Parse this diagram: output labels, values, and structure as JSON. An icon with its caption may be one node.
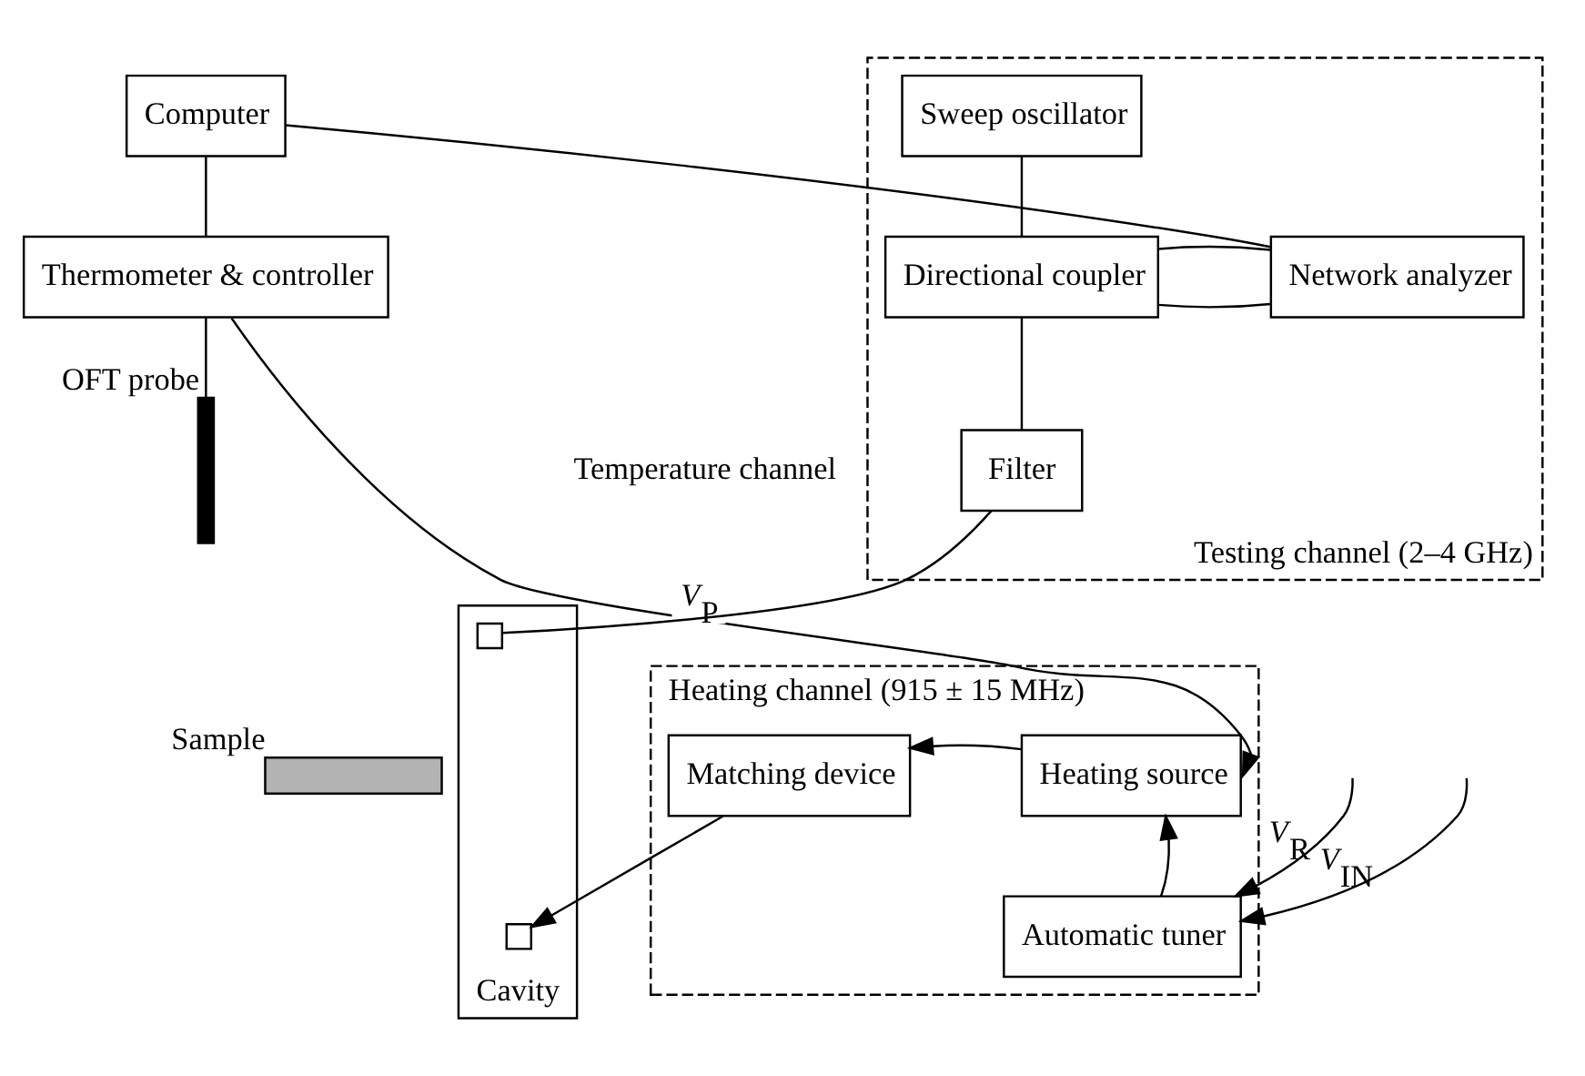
{
  "diagram": {
    "nodes": [
      {
        "text": [
          "Computer"
        ]
      },
      {
        "text": [
          "Thermometer & controller"
        ]
      },
      {
        "text": [
          "Testing channel (2–4 GHz)"
        ]
      },
      {
        "text": [
          "Sweep oscillator"
        ],
        "in": 2
      },
      {
        "text": [
          "Directional coupler"
        ],
        "in": 2
      },
      {
        "text": [
          "Network analyzer"
        ],
        "in": 2
      },
      {
        "text": [
          "Filter"
        ],
        "in": 2
      },
      {
        "text": [],
        "shape": "bar",
        "beside": [
          "OFT probe"
        ]
      },
      {
        "text": [
          "Cavity"
        ]
      },
      {
        "text": [],
        "shape": "box",
        "in": 8
      },
      {
        "text": [],
        "shape": "box",
        "in": 8
      },
      {
        "text": [],
        "shape": "bar",
        "beside": [
          "Sample"
        ]
      },
      {
        "text": [
          "Heating channel (915 ± 15 MHz)"
        ]
      },
      {
        "text": [
          "Matching device"
        ],
        "in": 12
      },
      {
        "text": [
          "Heating source"
        ],
        "in": 12
      },
      {
        "text": [
          "Automatic tuner"
        ],
        "in": 12
      }
    ],
    "edges": [
      {
        "from": 0,
        "to": 5,
        "arrow": "none"
      },
      {
        "from": 0,
        "to": 1,
        "arrow": "none"
      },
      {
        "from": 1,
        "to": 7,
        "arrow": "none"
      },
      {
        "from": 1,
        "to": 14,
        "arrow": "to",
        "label": "*V*$_{P}$"
      },
      {
        "from": 3,
        "to": 4,
        "arrow": "none"
      },
      {
        "from": 4,
        "to": 5,
        "arrow": "none"
      },
      {
        "from": 4,
        "to": 5,
        "arrow": "none"
      },
      {
        "from": 4,
        "to": 6,
        "arrow": "none"
      },
      {
        "from": 6,
        "to": 9,
        "arrow": "none"
      },
      {
        "from": 14,
        "to": 13,
        "arrow": "to"
      },
      {
        "from": 13,
        "to": 10,
        "arrow": "to"
      },
      {
        "from": null,
        "to": 15,
        "arrow": "to",
        "label": "*V*$_{R}$"
      },
      {
        "from": null,
        "to": 15,
        "arrow": "to",
        "label": "*V*$_{IN}$"
      },
      {
        "from": 15,
        "to": 14,
        "arrow": "to"
      }
    ],
    "labels": [
      "Temperature channel"
    ]
  }
}
